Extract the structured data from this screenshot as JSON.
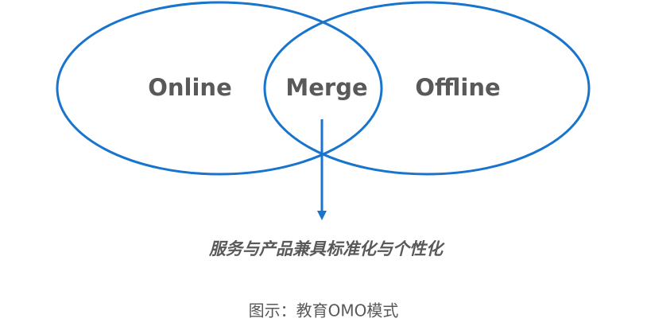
{
  "diagram": {
    "circles": {
      "left_label": "Online",
      "overlap_label": "Merge",
      "right_label": "Offline"
    },
    "result": "服务与产品兼具标准化与个性化",
    "line_color": "#1874CD",
    "text_color": "#595959"
  },
  "caption": "图示：教育OMO模式"
}
